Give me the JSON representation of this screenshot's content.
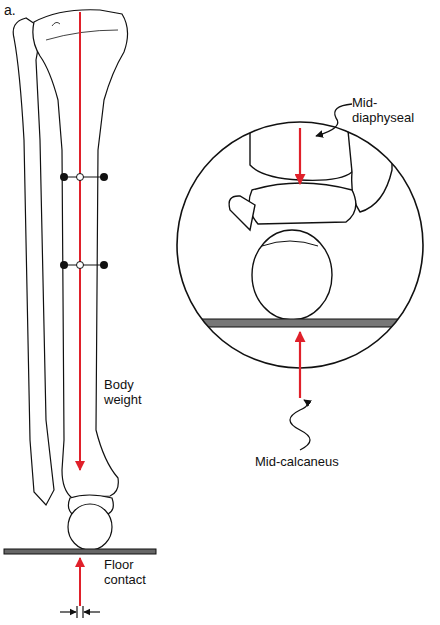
{
  "diagram": {
    "labels": [
      "a.",
      "Mid-diaphyseal",
      "Body weight",
      "Floor contact",
      "Mid-calcaneus"
    ]
  }
}
